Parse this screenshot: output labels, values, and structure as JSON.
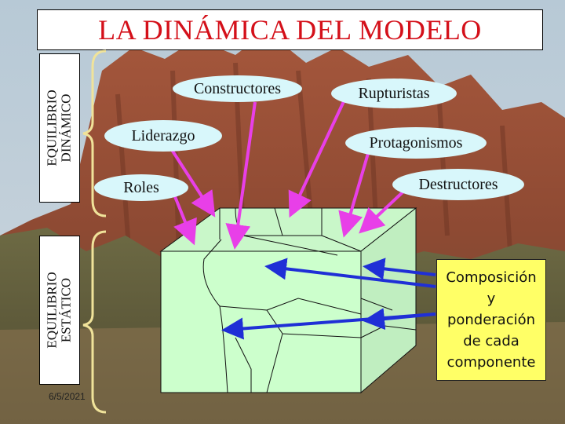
{
  "title": "LA DINÁMICA DEL MODELO",
  "dynamic_label": {
    "line1": "EQUILIBRIO",
    "line2": "DINÁMICO"
  },
  "static_label": {
    "line1": "EQUILIBRIO",
    "line2": "ESTÁTICO"
  },
  "left_ovals": {
    "constructores": "Constructores",
    "liderazgo": "Liderazgo",
    "roles": "Roles"
  },
  "right_ovals": {
    "rupturistas": "Rupturistas",
    "protagonismos": "Protagonismos",
    "destructores": "Destructores"
  },
  "composition": {
    "line1": "Composición",
    "line2": "y",
    "line3": "ponderación",
    "line4": "de cada",
    "line5": "componente"
  },
  "date": "6/5/2021",
  "colors": {
    "title": "#d4101a",
    "oval_fill": "#d8f7fb",
    "box_fill": "#ccffcc",
    "comp_fill": "#ffff66",
    "magenta_arrow": "#e83fe8",
    "blue_arrow": "#1f2fd6"
  }
}
